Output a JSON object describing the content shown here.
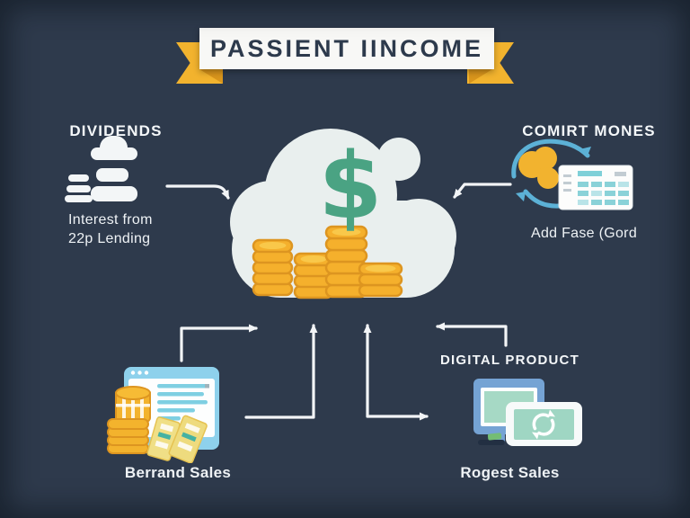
{
  "title": "PASSIENT IINCOME",
  "center": {
    "dollar_symbol": "$"
  },
  "sections": {
    "dividends": {
      "heading": "DIVIDENDS",
      "caption_line1": "Interest from",
      "caption_line2": "22p Lending"
    },
    "commit_mones": {
      "heading": "COMIRT MONES",
      "caption": "Add Fase (Gord"
    },
    "brand_sales": {
      "caption": "Berrand Sales"
    },
    "digital_product": {
      "heading": "DIGITAL PRODUCT",
      "caption": "Rogest Sales"
    }
  },
  "icons": {
    "center": "money-cloud-with-coin-stacks",
    "top_left": "stacked-coins-pictogram",
    "top_right": "coins-sync-spreadsheet",
    "bottom_left": "browser-coins-tickets",
    "bottom_right": "monitor-tablet-refresh"
  },
  "colors": {
    "background": "#2e3a4c",
    "banner_bg": "#f8f8f6",
    "ribbon_gold": "#f2b32e",
    "ribbon_fold": "#d9951c",
    "title_text": "#2d3a4c",
    "cloud": "#e9efee",
    "dollar_green": "#4aa383",
    "coin_gold": "#f5b02c",
    "coin_outline": "#dd9520",
    "coin_highlight": "#f9c84a",
    "light_blue": "#8ed1ec",
    "teal_line": "#7ecfe2",
    "monitor_blue": "#75a3d4",
    "screen_teal": "#a6d9c5",
    "arrow_white": "#f2f4f6"
  }
}
